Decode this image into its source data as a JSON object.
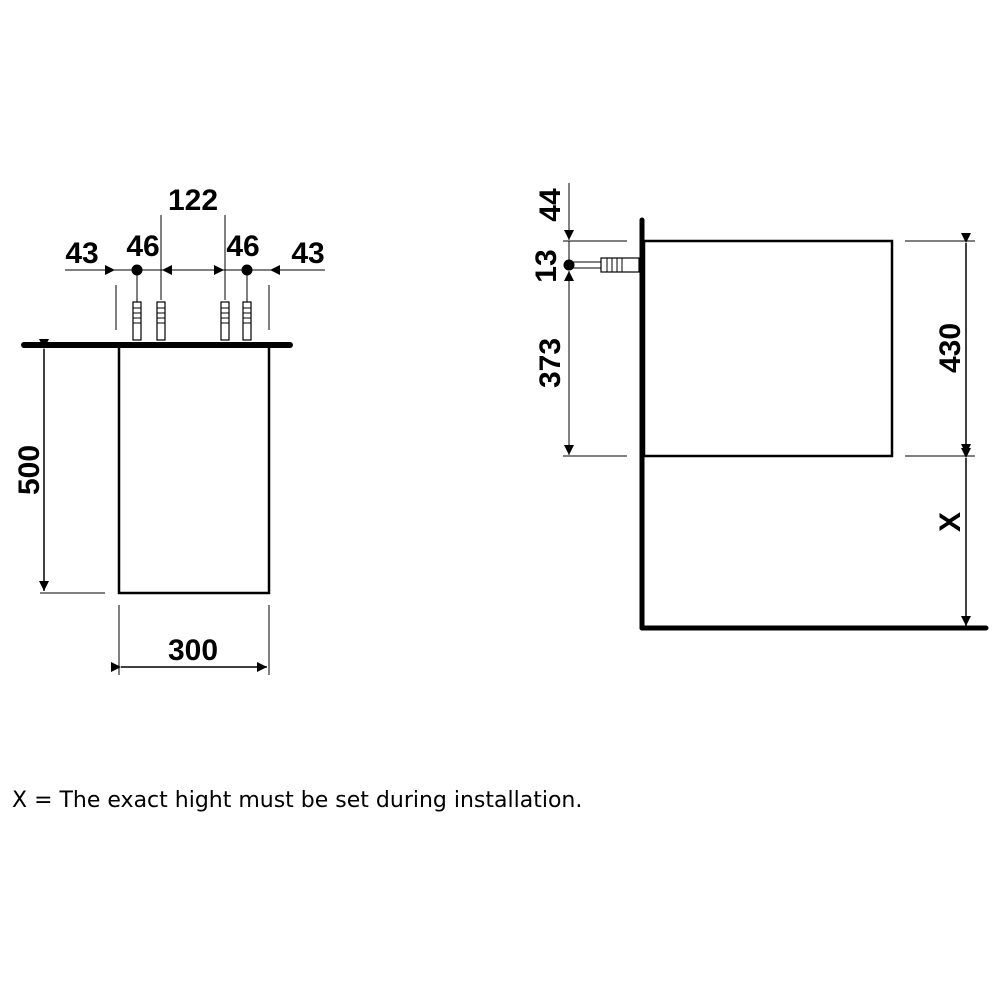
{
  "front_view": {
    "dims": {
      "outer_left": "43",
      "dowel_left": "46",
      "center": "122",
      "dowel_right": "46",
      "outer_right": "43",
      "height": "500",
      "width": "300"
    }
  },
  "side_view": {
    "dims": {
      "top_offset": "44",
      "dowel_offset": "13",
      "dowel_to_bottom": "373",
      "cabinet_height": "430",
      "floor_gap": "X"
    }
  },
  "note": "X = The exact hight must be set during installation."
}
